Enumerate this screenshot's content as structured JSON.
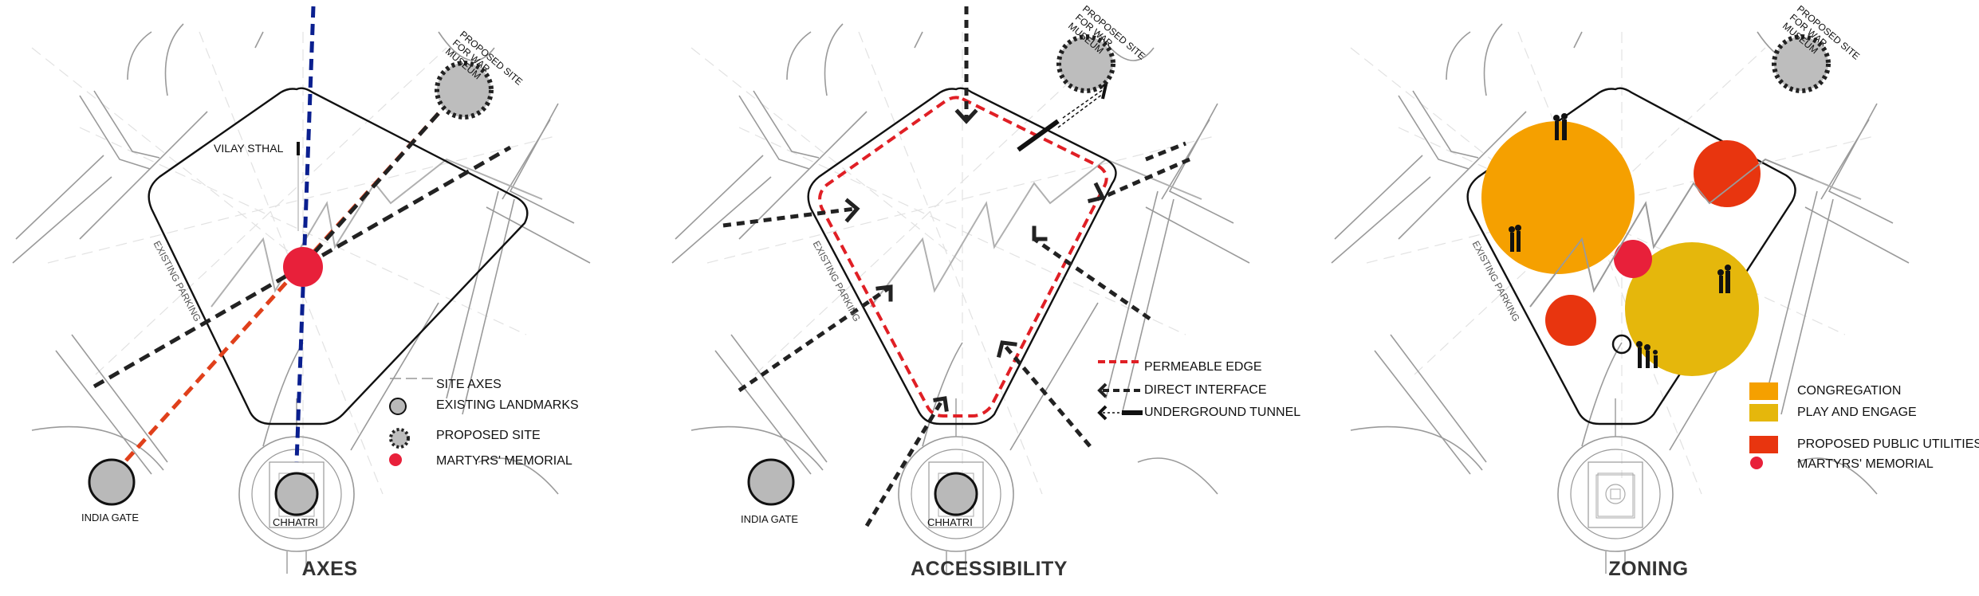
{
  "panels": [
    {
      "title": "AXES",
      "labels": {
        "vilay_sthal": "VILAY STHAL",
        "existing_parking": "EXISTING PARKING",
        "proposed_site": "PROPOSED SITE FOR WAR MUSEUM",
        "india_gate": "INDIA GATE",
        "chhatri": "CHHATRI"
      },
      "legend": [
        {
          "symbol": "dashed-line-icon",
          "label": "SITE AXES"
        },
        {
          "symbol": "grey-circle-icon",
          "label": "EXISTING LANDMARKS"
        },
        {
          "symbol": "dashed-circle-icon",
          "label": "PROPOSED SITE"
        },
        {
          "symbol": "red-dot-icon",
          "label": "MARTYRS' MEMORIAL"
        }
      ]
    },
    {
      "title": "ACCESSIBILITY",
      "labels": {
        "existing_parking": "EXISTING PARKING",
        "proposed_site": "PROPOSED SITE FOR WAR MUSEUM",
        "india_gate": "INDIA GATE",
        "chhatri": "CHHATRI"
      },
      "legend": [
        {
          "symbol": "red-dashed-line-icon",
          "label": "PERMEABLE EDGE"
        },
        {
          "symbol": "dashed-arrow-icon",
          "label": "DIRECT INTERFACE"
        },
        {
          "symbol": "tunnel-arrow-icon",
          "label": "UNDERGROUND TUNNEL"
        }
      ]
    },
    {
      "title": "ZONING",
      "labels": {
        "existing_parking": "EXISTING PARKING",
        "proposed_site": "PROPOSED SITE FOR WAR MUSEUM"
      },
      "legend": [
        {
          "symbol": "orange-square-icon",
          "label": "CONGREGATION"
        },
        {
          "symbol": "yellow-square-icon",
          "label": "PLAY AND ENGAGE"
        },
        {
          "symbol": "red-square-icon",
          "label": "PROPOSED PUBLIC UTILITIES"
        },
        {
          "symbol": "red-dot-icon",
          "label": "MARTYRS' MEMORIAL"
        }
      ]
    }
  ],
  "colors": {
    "axis_blue": "#0a1f8f",
    "axis_red": "#e0401b",
    "axis_black": "#222222",
    "memorial": "#e8203a",
    "landmark": "#b9b9b9",
    "congregation": "#f5a000",
    "play": "#e5b70c",
    "utilities": "#e8350f",
    "permeable": "#e01f25"
  }
}
